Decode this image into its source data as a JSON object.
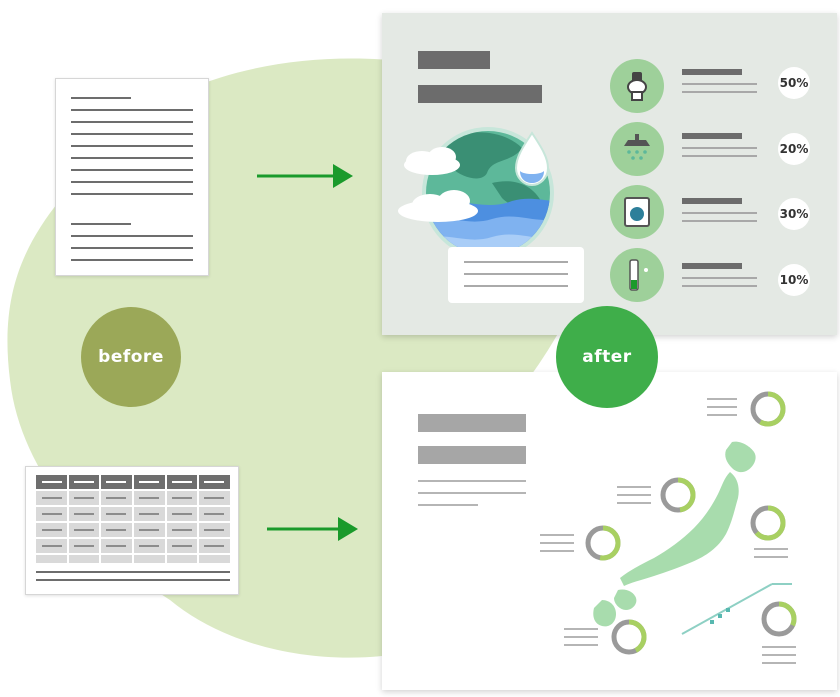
{
  "labels": {
    "before": "before",
    "after": "after"
  },
  "usage_rows": [
    {
      "icon": "toilet-icon",
      "percent": "50%"
    },
    {
      "icon": "shower-icon",
      "percent": "20%"
    },
    {
      "icon": "washing-machine-icon",
      "percent": "30%"
    },
    {
      "icon": "faucet-icon",
      "percent": "10%"
    }
  ],
  "colors": {
    "blob": "#dbe9c3",
    "before_badge": "#9ba858",
    "after_badge": "#3fae4a",
    "arrow": "#1a9a2b",
    "panel_bg": "#e4e9e4",
    "icon_bg": "#9ed09a",
    "donut_ring": "#a8d062"
  }
}
